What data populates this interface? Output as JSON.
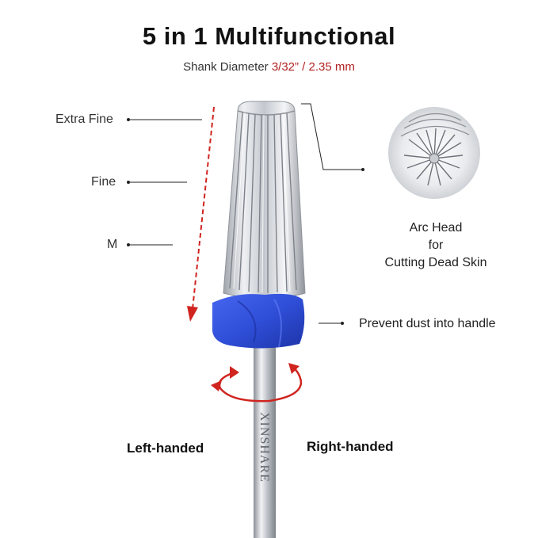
{
  "header": {
    "title": "5 in 1 Multifunctional",
    "subtitle_prefix": "Shank Diameter ",
    "subtitle_value": "3/32” / 2.35 mm"
  },
  "grit_labels": {
    "extra_fine": "Extra Fine",
    "fine": "Fine",
    "medium": "M"
  },
  "callouts": {
    "arc_head_line1": "Arc Head",
    "arc_head_line2": "for",
    "arc_head_line3": "Cutting Dead Skin",
    "dust": "Prevent dust into handle"
  },
  "rotation": {
    "left": "Left-handed",
    "right": "Right-handed"
  },
  "brand": "XINSHARE",
  "colors": {
    "accent_red": "#b22222",
    "arrow_red": "#d0241f",
    "collar_blue": "#2f4fd8",
    "metal": "#c9ccd1"
  }
}
